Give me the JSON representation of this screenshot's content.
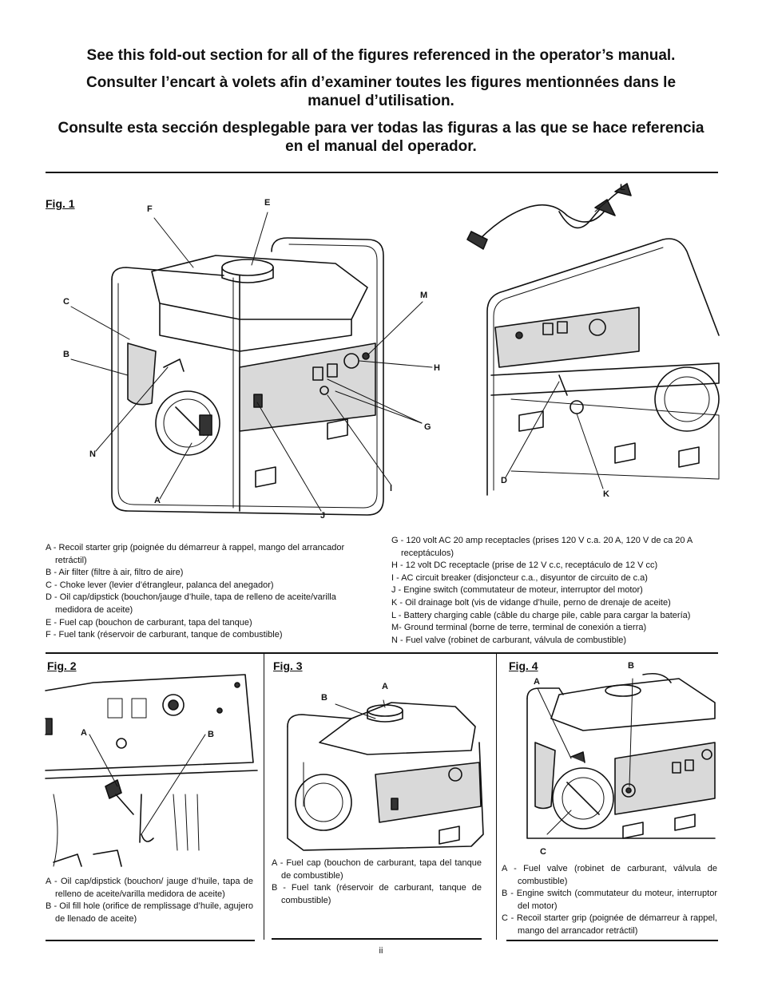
{
  "header": {
    "line_en": "See this fold-out section for all of the figures referenced in the operator’s manual.",
    "line_fr": "Consulter l’encart à volets afin d’examiner toutes les figures mentionnées dans le manuel d’utilisation.",
    "line_es": "Consulte esta sección desplegable para ver todas las figuras a las que se hace referencia en el manual del operador."
  },
  "fig1": {
    "label": "Fig. 1",
    "callouts": [
      "A",
      "B",
      "C",
      "D",
      "E",
      "F",
      "G",
      "H",
      "I",
      "J",
      "K",
      "L",
      "M",
      "N"
    ],
    "legend_left": [
      "A - Recoil starter grip (poignée du démarreur à rappel, mango del arrancador retráctil)",
      "B - Air filter (filtre à air, filtro de aire)",
      "C - Choke lever (levier d’étrangleur, palanca del anegador)",
      "D - Oil cap/dipstick (bouchon/jauge d’huile, tapa de relleno de aceite/varilla medidora de aceite)",
      "E - Fuel cap (bouchon de carburant, tapa del tanque)",
      "F - Fuel tank (réservoir de carburant, tanque de combustible)"
    ],
    "legend_right": [
      "G - 120 volt AC 20 amp receptacles (prises 120 V c.a. 20 A, 120 V de ca 20 A receptáculos)",
      "H - 12 volt DC receptacle (prise de 12 V c.c, receptáculo de 12 V cc)",
      "I  - AC circuit breaker (disjoncteur c.a., disyuntor de circuito de c.a)",
      "J - Engine switch (commutateur de moteur, interruptor del motor)",
      "K - Oil drainage bolt (vis de vidange d’huile, perno de drenaje de aceite)",
      "L - Battery charging cable (câble du charge pile, cable para cargar la batería)",
      "M- Ground terminal (borne de terre, terminal de conexión a tierra)",
      "N - Fuel valve (robinet de carburant, válvula de combustible)"
    ]
  },
  "fig2": {
    "label": "Fig. 2",
    "callouts": [
      "A",
      "B"
    ],
    "legend": [
      "A - Oil cap/dipstick (bouchon/ jauge d’huile, tapa de relleno de aceite/varilla medidora de aceite)",
      "B - Oil fill hole (orifice de remplissage d’huile, agujero de llenado de aceite)"
    ]
  },
  "fig3": {
    "label": "Fig. 3",
    "callouts": [
      "A",
      "B"
    ],
    "legend": [
      "A - Fuel cap (bouchon de carburant, tapa del tanque de combustible)",
      "B - Fuel tank (réservoir de carburant, tanque de combustible)"
    ]
  },
  "fig4": {
    "label": "Fig. 4",
    "callouts": [
      "A",
      "B",
      "C"
    ],
    "legend": [
      "A - Fuel valve (robinet de carburant, válvula de combustible)",
      "B - Engine switch (commutateur du moteur, interruptor del motor)",
      "C - Recoil starter grip (poignée de démarreur à rappel, mango del arrancador retráctil)"
    ]
  },
  "footer": {
    "page": "ii"
  }
}
